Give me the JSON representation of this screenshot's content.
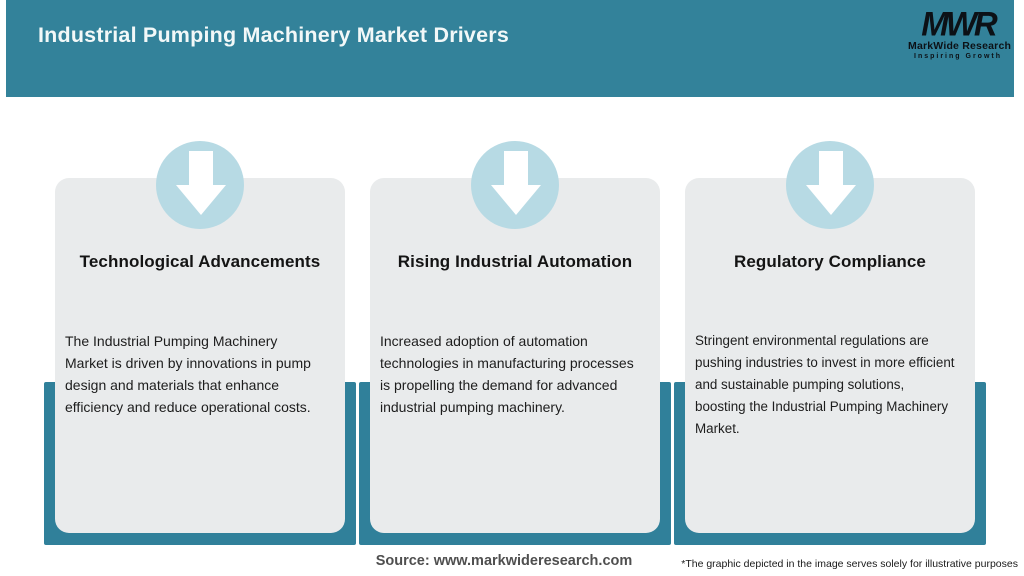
{
  "header": {
    "title": "Industrial Pumping Machinery Market Drivers",
    "logo": {
      "acronym": "MWR",
      "name": "MarkWide Research",
      "tagline": "Inspiring Growth"
    }
  },
  "cards": [
    {
      "icon": "down-arrow-icon",
      "title": "Technological Advancements",
      "body": "The Industrial Pumping Machinery\nMarket is driven by innovations in pump\ndesign and materials that enhance\nefficiency and reduce operational costs."
    },
    {
      "icon": "down-arrow-icon",
      "title": "Rising Industrial Automation",
      "body": "Increased adoption of automation\ntechnologies in manufacturing processes\nis propelling the demand for advanced\nindustrial pumping machinery."
    },
    {
      "icon": "down-arrow-icon",
      "title": "Regulatory Compliance",
      "body": "Stringent environmental regulations are\npushing industries to invest in more efficient\nand sustainable pumping solutions,\nboosting the Industrial Pumping Machinery\nMarket."
    }
  ],
  "footer": {
    "source": "Source: www.markwideresearch.com",
    "disclaimer": "*The graphic depicted in the image serves solely for illustrative purposes"
  },
  "colors": {
    "header_teal": "#33829A",
    "backdrop_teal": "#30809A",
    "circle_blue": "#B7DAE4",
    "card_gray": "#E9EBEC",
    "logo_black": "#0C1116",
    "title_white": "#F2F8F8"
  }
}
